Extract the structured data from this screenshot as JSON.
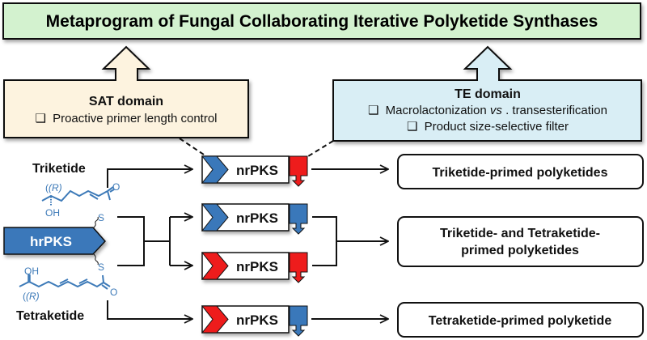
{
  "title": "Metaprogram of Fungal Collaborating Iterative Polyketide Synthases",
  "sat_box": {
    "heading": "SAT domain",
    "items": [
      "Proactive primer length control"
    ],
    "checkbox_glyph": "❑"
  },
  "te_box": {
    "heading": "TE domain",
    "items": [
      {
        "before": "Macrolactonization ",
        "italic": "vs",
        "after": ". transesterification"
      },
      {
        "before": "Product size-selective filter",
        "italic": "",
        "after": ""
      }
    ],
    "checkbox_glyph": "❑"
  },
  "left": {
    "triketide_label": "Triketide",
    "tetraketide_label": "Tetraketide",
    "hrpks_label": "hrPKS",
    "stereo_label": "(R)",
    "hydroxyl_label": "OH",
    "sulfur_label": "S",
    "oxygen_label": "O"
  },
  "nrpks": [
    {
      "label": "nrPKS",
      "sat_color": "blue",
      "te_color": "red"
    },
    {
      "label": "nrPKS",
      "sat_color": "blue",
      "te_color": "blue"
    },
    {
      "label": "nrPKS",
      "sat_color": "red",
      "te_color": "red"
    },
    {
      "label": "nrPKS",
      "sat_color": "red",
      "te_color": "blue"
    }
  ],
  "products": [
    {
      "lines": [
        "Triketide-primed polyketides"
      ]
    },
    {
      "lines": [
        "Triketide- and Tetraketide-",
        "primed polyketides"
      ]
    },
    {
      "lines": [
        "Tetraketide-primed polyketide"
      ]
    }
  ],
  "colors": {
    "title_bg": "#d3f2cf",
    "sat_bg": "#fdf3df",
    "te_bg": "#d9eef5",
    "blue": "#3a78ba",
    "red": "#ee1c1c",
    "chem": "#3d7ab8"
  }
}
